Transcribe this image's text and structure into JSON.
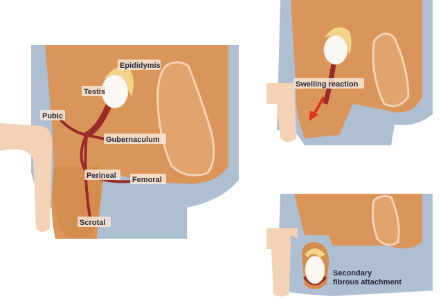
{
  "colors": {
    "body_blue": "#aebfd2",
    "tissue_orange": "#d9955a",
    "skin_pink": "#f3d2b6",
    "vessel_red": "#9b2a2a",
    "arrow_red": "#e0301e",
    "testis_white": "#fbf8f4",
    "epididymis_yellow": "#f1d48a"
  },
  "panel_main": {
    "labels": {
      "epididymis": "Epididymis",
      "testis": "Testis",
      "pubic": "Pubic",
      "gubernaculum": "Gubernaculum",
      "perineal": "Perineal",
      "femoral": "Femoral",
      "scrotal": "Scrotal"
    }
  },
  "panel_top_right": {
    "label": "Swelling reaction"
  },
  "panel_bottom_right": {
    "label_line1": "Secondary",
    "label_line2": "fibrous attachment"
  }
}
